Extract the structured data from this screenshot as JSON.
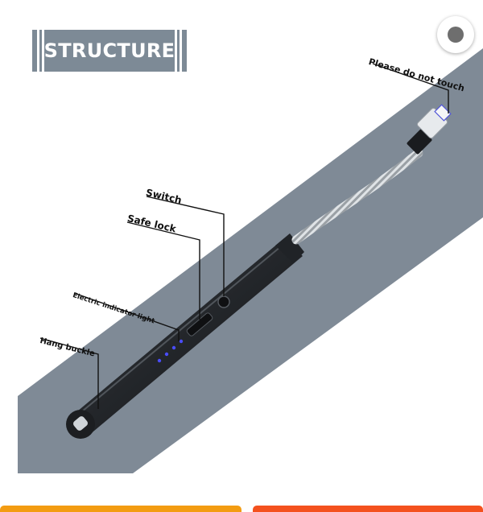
{
  "title": "STRUCTURE",
  "labels": {
    "please_do_not_touch": "Please do not touch",
    "switch": "Switch",
    "safe_lock": "Safe lock",
    "electric_indicator_light": "Electric indicator light",
    "hang_buckle": "Hang buckle"
  },
  "colors": {
    "band": "#7f8a96",
    "title_box": "#7d8a96",
    "lighter_body": "#2a2d31",
    "indicator_led": "#4a4dff",
    "button_left": "#f39c12",
    "button_right": "#f4511e"
  },
  "indicator_led_count": 4,
  "icons": {
    "close": "close-icon"
  }
}
